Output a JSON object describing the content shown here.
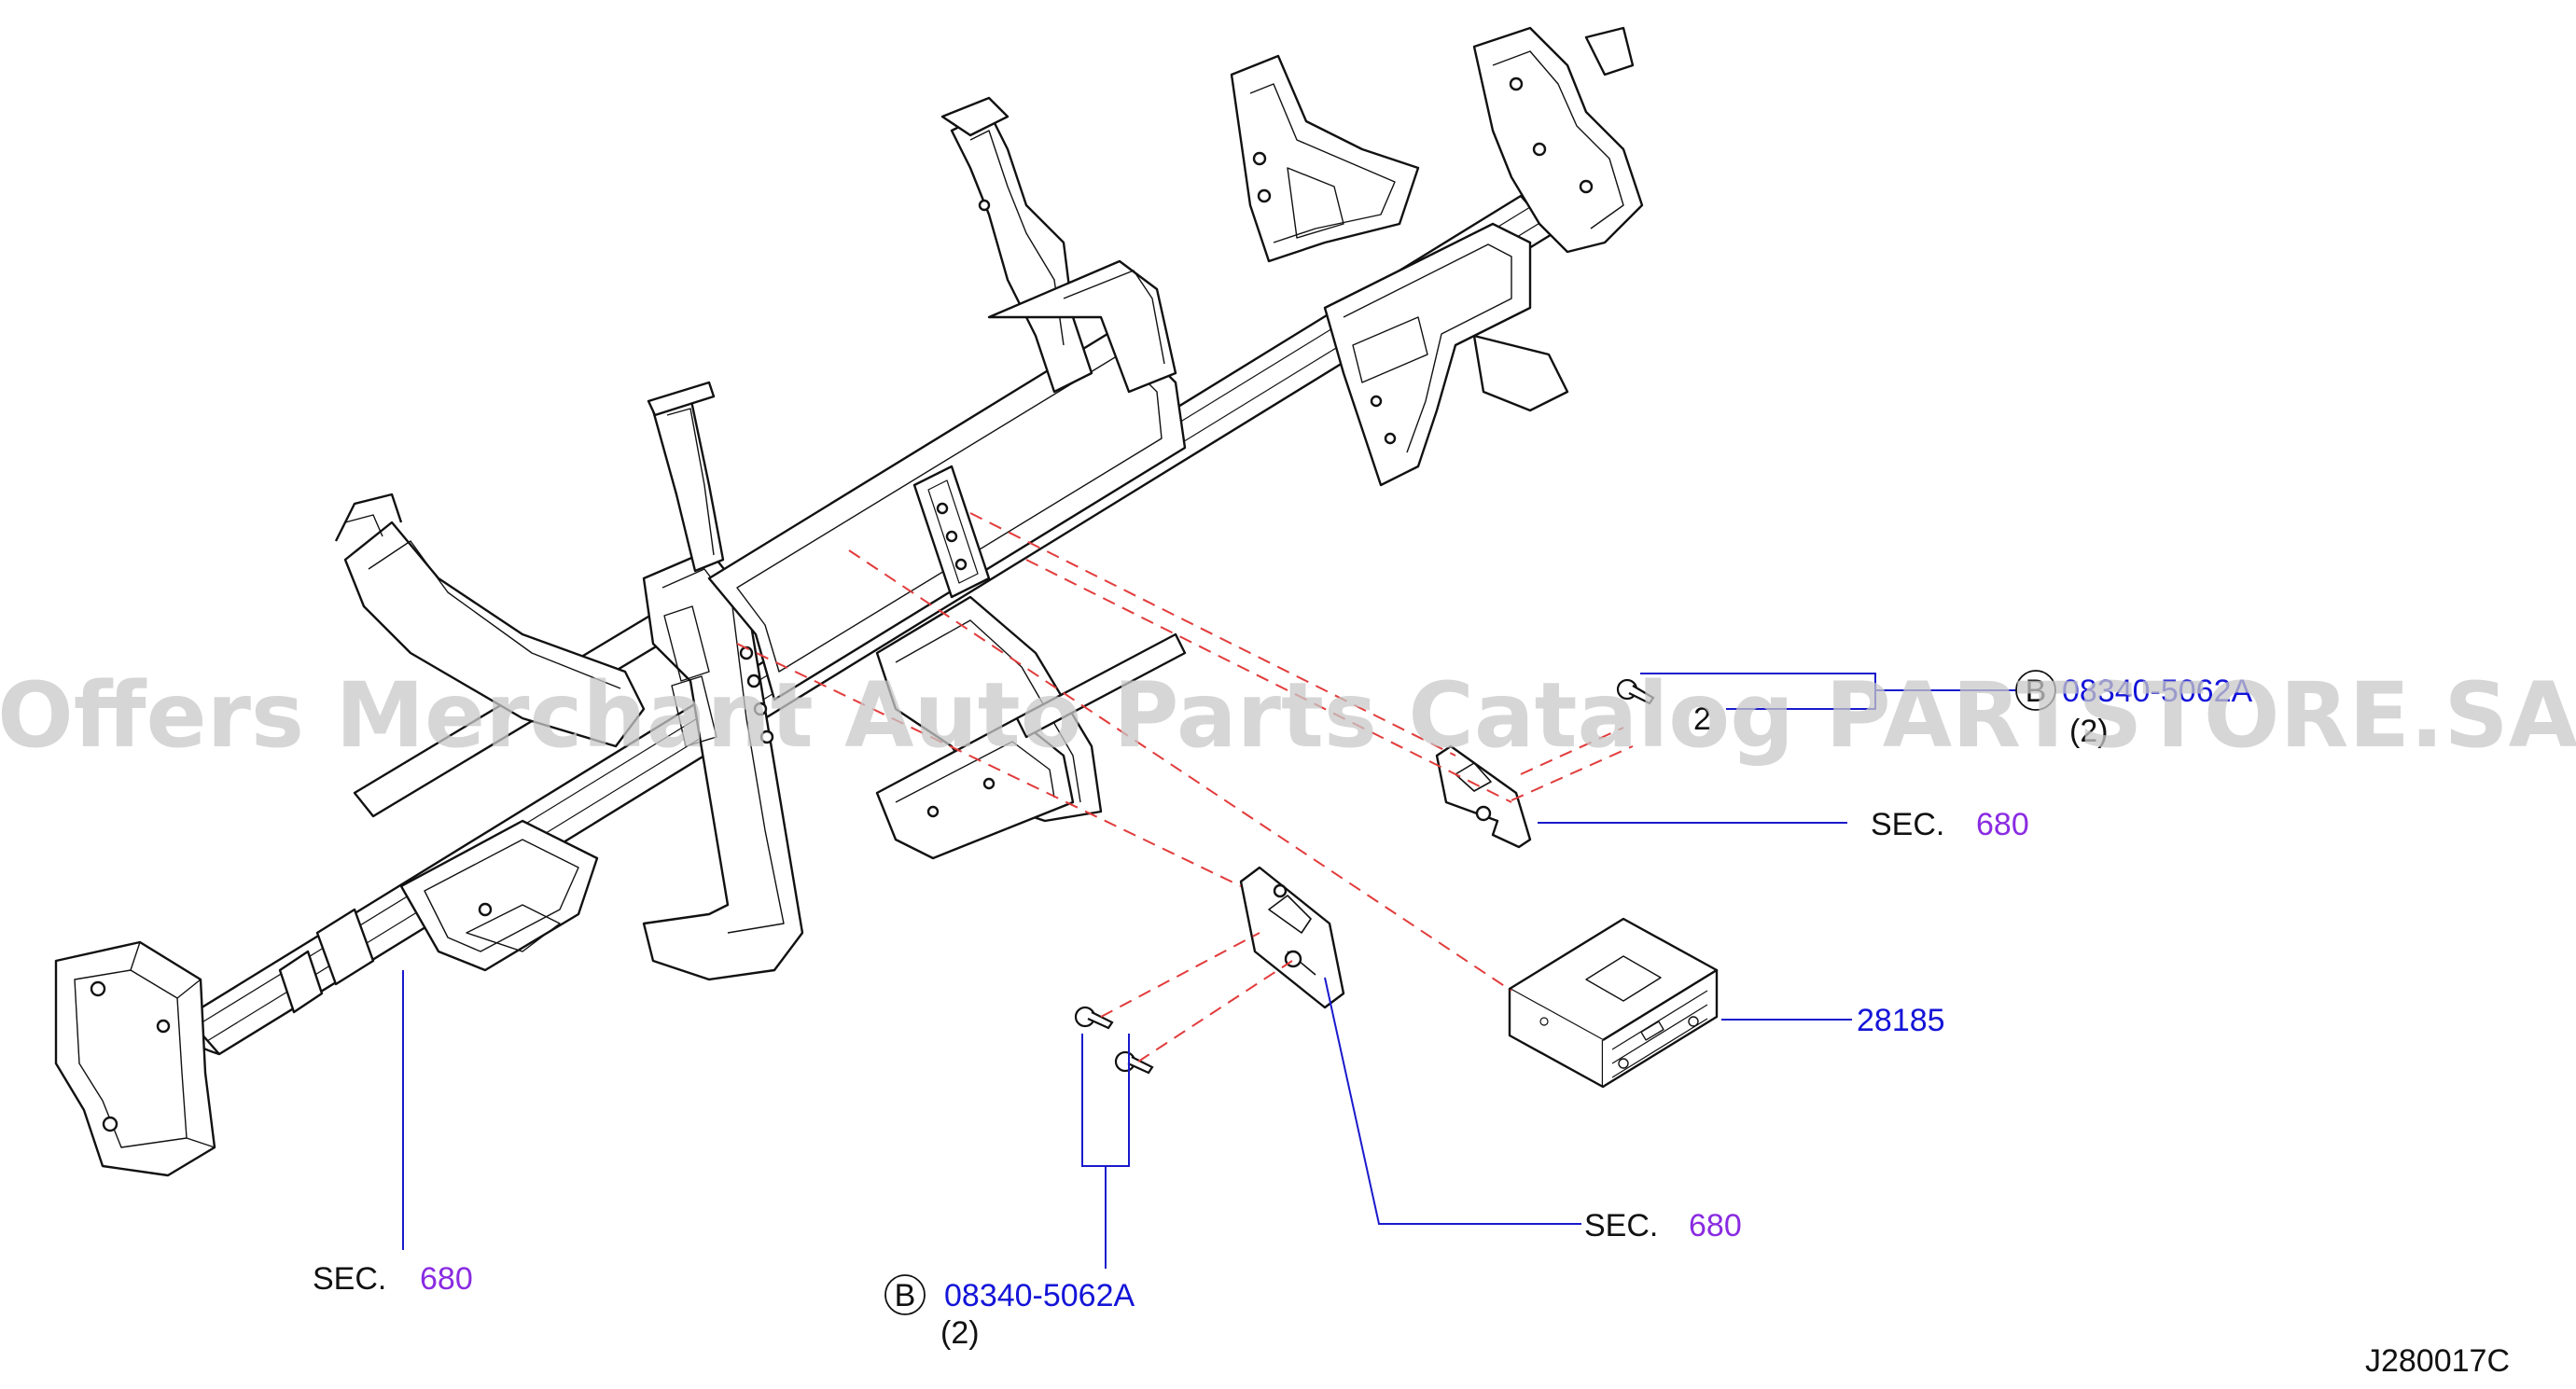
{
  "watermark": "Offers Merchant Auto Parts Catalog PARTSTORE.SA",
  "diagram_code": "J280017C",
  "sec_prefix": "SEC.",
  "callouts": {
    "sec_top_right": "680",
    "sec_bottom_right": "680",
    "sec_bottom_left": "680",
    "part_radio": "28185",
    "part_bolt_top": "08340-5062A",
    "part_bolt_bottom": "08340-5062A",
    "bolt_marker": "B",
    "qty_top": "(2)",
    "qty_bottom": "(2)",
    "inner_marker": "2"
  },
  "colors": {
    "line": "#111111",
    "leader": "#1a1acc",
    "part_link": "#1414d8",
    "sec_link": "#8a2be2",
    "dash": "#e23b3b",
    "watermark": "#c8c8c8"
  }
}
